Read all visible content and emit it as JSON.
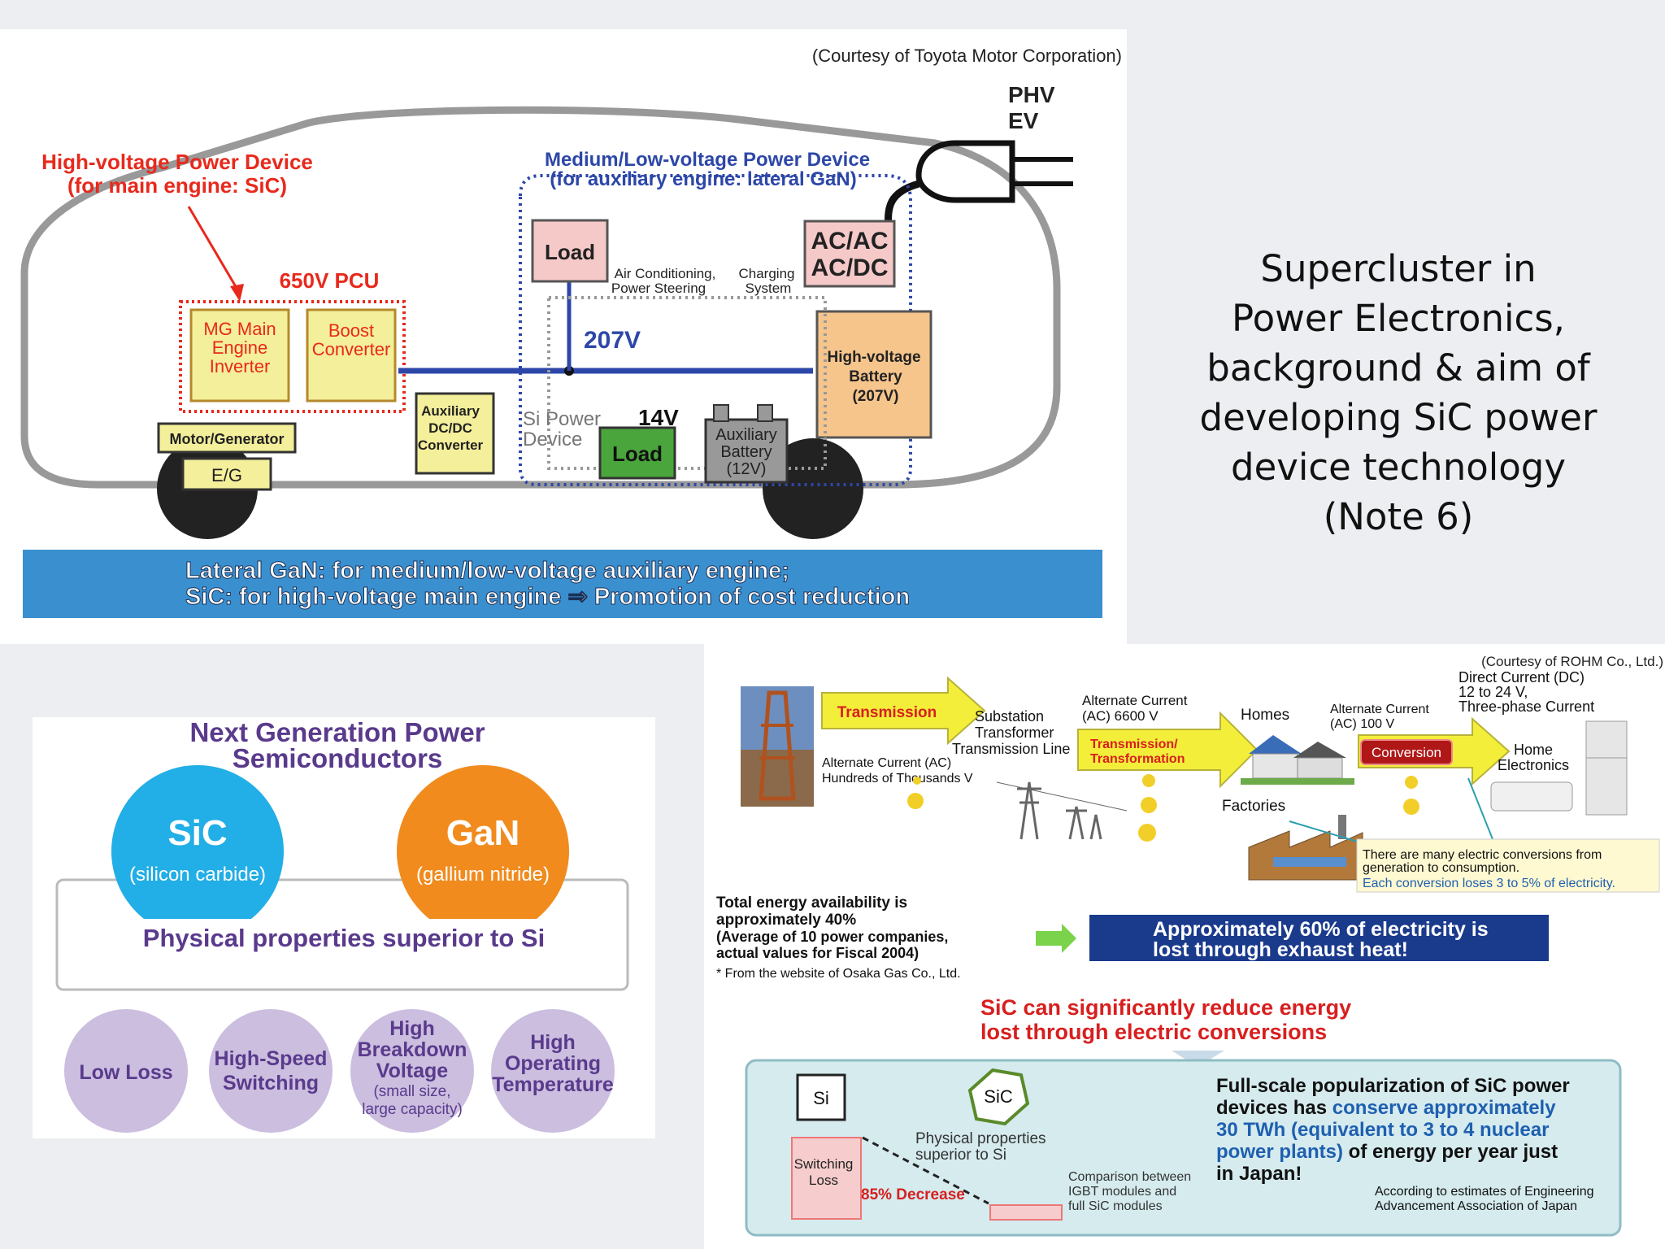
{
  "title": {
    "lines": [
      "Supercluster in",
      "Power Electronics,",
      "background & aim of",
      "developing SiC power",
      "device technology",
      "(Note 6)"
    ]
  },
  "car_diagram": {
    "courtesy": "(Courtesy of Toyota Motor Corporation)",
    "phv_ev": [
      "PHV",
      "EV"
    ],
    "high_voltage_device": [
      "High-voltage Power Device",
      "(for main engine: SiC)"
    ],
    "medium_low_device": [
      "Medium/Low-voltage Power Device",
      "(for auxiliary engine: lateral GaN)"
    ],
    "pcu_label": "650V PCU",
    "mg_inverter": [
      "MG Main",
      "Engine",
      "Inverter"
    ],
    "boost_converter": [
      "Boost",
      "Converter"
    ],
    "motor_generator": "Motor/Generator",
    "eg": "E/G",
    "load_top": "Load",
    "ac_steering": [
      "Air Conditioning,",
      "Power Steering"
    ],
    "charging_system": [
      "Charging",
      "System"
    ],
    "acac": [
      "AC/AC",
      "AC/DC"
    ],
    "v207": "207V",
    "aux_dcdc": [
      "Auxiliary",
      "DC/DC",
      "Converter"
    ],
    "si_power_device": [
      "Si Power",
      "Device"
    ],
    "v14": "14V",
    "load_green": "Load",
    "aux_battery": [
      "Auxiliary",
      "Battery",
      "(12V)"
    ],
    "hv_battery": [
      "High-voltage",
      "Battery",
      "(207V)"
    ],
    "banner": [
      "Lateral GaN: for medium/low-voltage auxiliary engine;",
      "SiC: for high-voltage main engine ⇒ Promotion of cost reduction"
    ],
    "colors": {
      "red": "#e8291c",
      "blue": "#2d47a8",
      "banner": "#3a8fcf",
      "yellow_box": "#f4ef9a",
      "orange_box": "#f6c58c",
      "pink_box": "#f6c9c9",
      "green_box": "#4aa63c"
    }
  },
  "semiconductors": {
    "title": [
      "Next Generation Power",
      "Semiconductors"
    ],
    "sic": {
      "name": "SiC",
      "sub": "(silicon carbide)"
    },
    "gan": {
      "name": "GaN",
      "sub": "(gallium nitride)"
    },
    "physical": "Physical properties superior to Si",
    "props": [
      {
        "lines": [
          "Low Loss"
        ]
      },
      {
        "lines": [
          "High-Speed",
          "Switching"
        ]
      },
      {
        "lines": [
          "High",
          "Breakdown",
          "Voltage"
        ],
        "small": [
          "(small size,",
          "large capacity)"
        ]
      },
      {
        "lines": [
          "High",
          "Operating",
          "Temperature"
        ]
      }
    ],
    "colors": {
      "purple": "#5a3a8c",
      "sic_blue": "#22aee6",
      "gan_orange": "#f18b1e",
      "circle": "#cbbedf"
    }
  },
  "energy": {
    "courtesy": "(Courtesy of ROHM Co., Ltd.)",
    "transmission": "Transmission",
    "substation": [
      "Substation",
      "Transformer",
      "Transmission Line"
    ],
    "ac_hundreds": [
      "Alternate Current (AC)",
      "Hundreds of Thousands V"
    ],
    "ac_6600": [
      "Alternate Current",
      "(AC) 6600 V"
    ],
    "trans_transform": [
      "Transmission/",
      "Transformation"
    ],
    "homes": "Homes",
    "ac_100": [
      "Alternate Current",
      "(AC) 100 V"
    ],
    "conversion": "Conversion",
    "dc": [
      "Direct Current (DC)",
      "12 to 24 V,",
      "Three-phase Current"
    ],
    "home_electronics": [
      "Home",
      "Electronics"
    ],
    "factories": "Factories",
    "many_conversions": [
      "There are many electric conversions from",
      "generation to consumption."
    ],
    "each_conversion": "Each conversion loses 3 to 5% of electricity.",
    "total": [
      "Total energy availability is",
      "approximately 40%"
    ],
    "average": [
      "(Average of 10 power companies,",
      "actual values for Fiscal 2004)"
    ],
    "from_site": "* From the website of Osaka Gas Co., Ltd.",
    "approx60": [
      "Approximately 60% of electricity is",
      "lost through exhaust heat!"
    ],
    "sic_reduce": [
      "SiC can significantly reduce energy",
      "lost through electric conversions"
    ],
    "si": "Si",
    "sic": "SiC",
    "switching_loss": [
      "Switching",
      "Loss"
    ],
    "physical": [
      "Physical properties",
      "superior to Si"
    ],
    "decrease": "85% Decrease",
    "comparison": [
      "Comparison between",
      "IGBT modules and",
      "full SiC modules"
    ],
    "popularization": [
      [
        {
          "t": "Full-scale popularization of SiC power",
          "c": "#111"
        }
      ],
      [
        {
          "t": "devices has ",
          "c": "#111"
        },
        {
          "t": "conserve approximately",
          "c": "#1f5fb0"
        }
      ],
      [
        {
          "t": "30 TWh (equivalent to 3 to 4 nuclear",
          "c": "#1f5fb0"
        }
      ],
      [
        {
          "t": "power plants)",
          "c": "#1f5fb0"
        },
        {
          "t": " of energy per year just",
          "c": "#111"
        }
      ],
      [
        {
          "t": "in Japan!",
          "c": "#111"
        }
      ]
    ],
    "according": [
      "According to estimates of Engineering",
      "Advancement Association of Japan"
    ],
    "colors": {
      "arrow_yellow": "#f3ee3a",
      "red_text": "#d81f1f",
      "navy": "#1a3a8c",
      "teal_box": "#d5ebee"
    }
  }
}
